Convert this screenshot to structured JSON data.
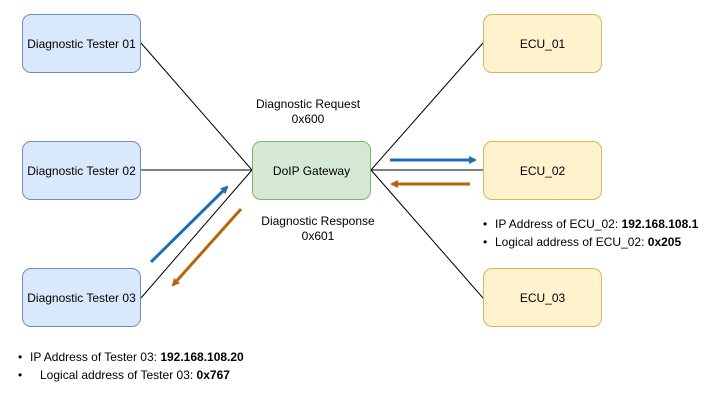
{
  "testers": [
    {
      "label": "Diagnostic Tester 01"
    },
    {
      "label": "Diagnostic Tester 02"
    },
    {
      "label": "Diagnostic Tester 03"
    }
  ],
  "gateway": {
    "label": "DoIP Gateway"
  },
  "ecus": [
    {
      "label": "ECU_01"
    },
    {
      "label": "ECU_02"
    },
    {
      "label": "ECU_03"
    }
  ],
  "request": {
    "title": "Diagnostic Request",
    "id": "0x600"
  },
  "response": {
    "title": "Diagnostic Response",
    "id": "0x601"
  },
  "tester_notes": {
    "ip_prefix": "IP Address of Tester 03: ",
    "ip_value": "192.168.108.20",
    "logical_prefix": "Logical address of Tester 03:  ",
    "logical_value": "0x767"
  },
  "ecu_notes": {
    "ip_prefix": "IP Address of ECU_02: ",
    "ip_value": "192.168.108.1",
    "logical_prefix": "Logical address of ECU_02:  ",
    "logical_value": "0x205"
  },
  "colors": {
    "request_arrow": "#1f6fb2",
    "response_arrow": "#b8650a",
    "tester_fill": "#dae8fc",
    "ecu_fill": "#fff2cc",
    "gateway_fill": "#d5e8d4"
  }
}
